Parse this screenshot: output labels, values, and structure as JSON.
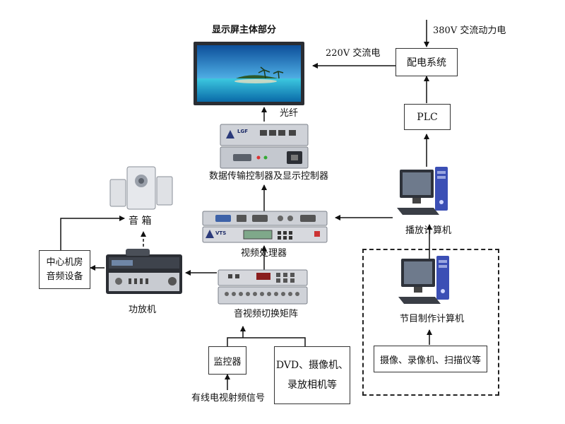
{
  "title": "显示屏主体部分",
  "labels": {
    "power_380v": "380V 交流动力电",
    "power_220v": "220V 交流电",
    "fiber": "光纤",
    "data_controller": "数据传输控制器及显示控制器",
    "speakers": "音  箱",
    "video_processor": "视频处理器",
    "playback_computer": "播放计算机",
    "amplifier": "功放机",
    "av_matrix": "音视频切换矩阵",
    "production_computer": "节目制作计算机",
    "cable_tv_signal": "有线电视射频信号"
  },
  "boxes": {
    "power_distribution": "配电系统",
    "plc": "PLC",
    "central_audio_line1": "中心机房",
    "central_audio_line2": "音频设备",
    "monitor": "监控器",
    "dvd_line1": "DVD、摄像机、",
    "dvd_line2": "录放相机等",
    "capture_devices": "摄像、录像机、扫描仪等"
  },
  "device_texts": {
    "controller_brand": "LGF",
    "processor_brand": "VTS"
  },
  "colors": {
    "line": "#111111",
    "device_face": "#d9dbe0",
    "device_dark": "#3a3f47",
    "screen_sky": "#2f8fd1",
    "screen_sea": "#23b9d6",
    "tower_blue": "#3b4fb5"
  }
}
